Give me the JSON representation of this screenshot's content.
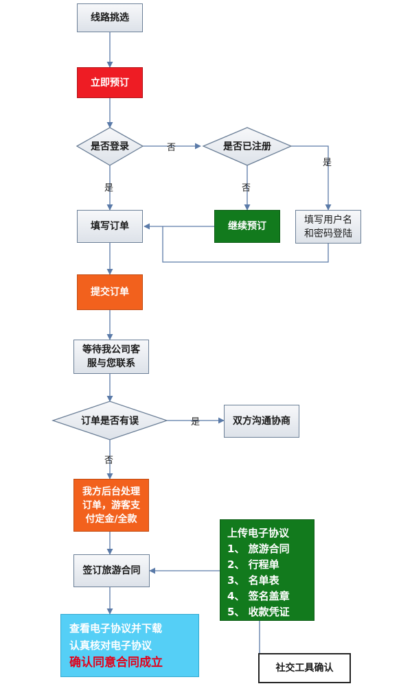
{
  "nodes": {
    "route_select": "线路挑选",
    "book_now": "立即预订",
    "logged_in": "是否登录",
    "registered": "是否已注册",
    "continue_booking": "继续预订",
    "fill_order": "填写订单",
    "fill_credentials": [
      "填写用户名",
      "和密码登陆"
    ],
    "submit_order": "提交订单",
    "wait_service": [
      "等待我公司客",
      "服与您联系"
    ],
    "order_error": "订单是否有误",
    "negotiate": "双方沟通协商",
    "backend_process": [
      "我方后台处理",
      "订单，游客支",
      "付定金/全款"
    ],
    "sign_contract": "签订旅游合同",
    "upload_docs": {
      "title": "上传电子协议",
      "items": [
        "1、 旅游合同",
        "2、 行程单",
        "3、 名单表",
        "4、 签名盖章",
        "5、 收款凭证"
      ]
    },
    "review": {
      "line1": "查看电子协议并下载",
      "line2": "认真核对电子协议",
      "line3": "确认同意合同成立"
    },
    "social_confirm": "社交工具确认"
  },
  "edge_labels": {
    "logged_in_no": "否",
    "logged_in_yes": "是",
    "registered_no": "否",
    "registered_yes": "是",
    "order_error_yes": "是",
    "order_error_no": "否"
  },
  "colors": {
    "red": "#ee1c24",
    "orange": "#f2611d",
    "green": "#127a1d",
    "cyan": "#55cff6",
    "connector": "#5a7aa8"
  }
}
